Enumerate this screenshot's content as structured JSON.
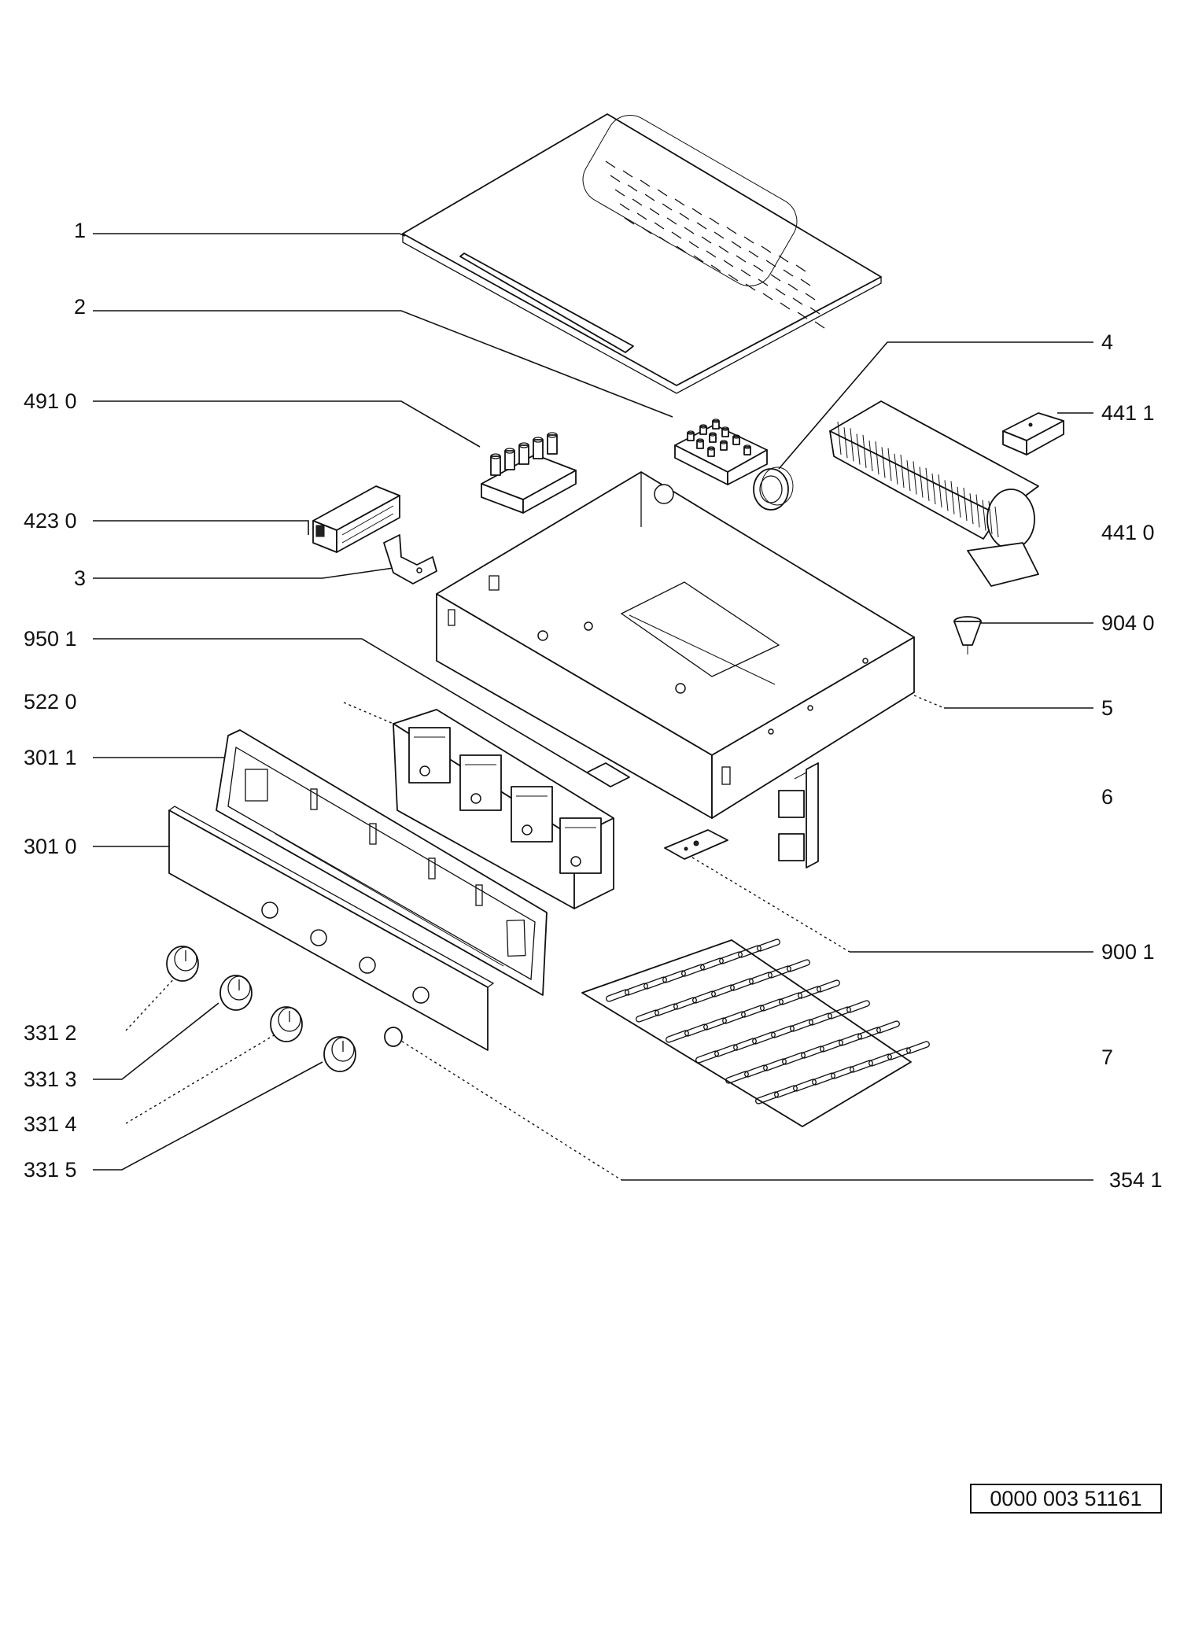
{
  "labels": {
    "p1": "1",
    "p2": "2",
    "p491_0": "491 0",
    "p423_0": "423 0",
    "p3": "3",
    "p950_1": "950 1",
    "p522_0": "522 0",
    "p301_1": "301 1",
    "p301_0": "301 0",
    "p331_2": "331 2",
    "p331_3": "331 3",
    "p331_4": "331 4",
    "p331_5": "331 5",
    "p4": "4",
    "p441_1": "441 1",
    "p441_0": "441 0",
    "p904_0": "904 0",
    "p5": "5",
    "p6": "6",
    "p900_1": "900 1",
    "p7": "7",
    "p354_1": "354 1"
  },
  "drawing_number": "0000 003 51161"
}
